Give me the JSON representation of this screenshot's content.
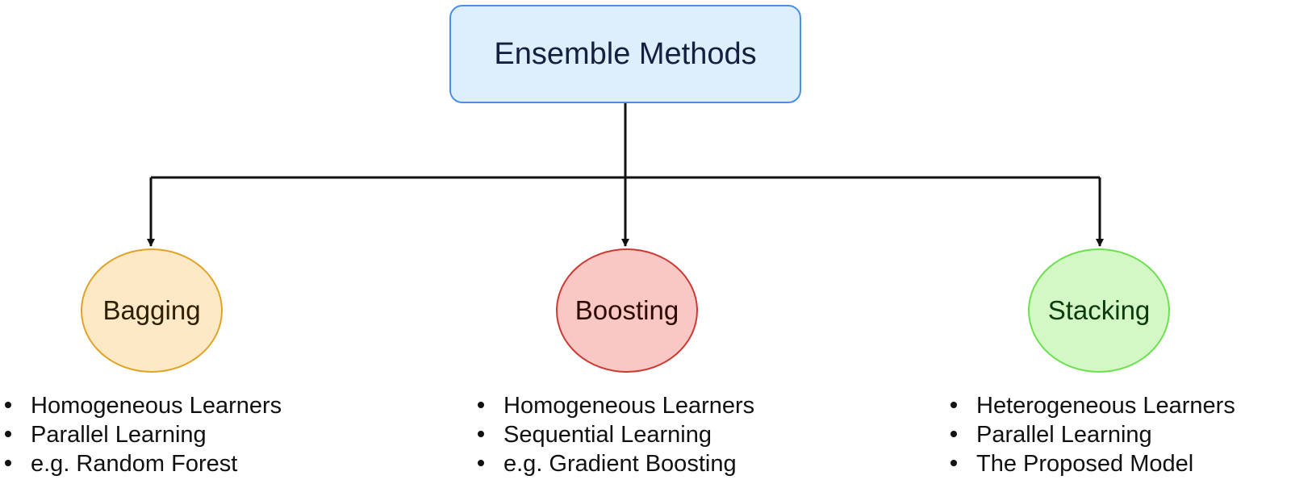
{
  "root": {
    "label": "Ensemble Methods"
  },
  "methods": [
    {
      "label": "Bagging",
      "points": [
        "Homogeneous Learners",
        "Parallel Learning",
        "e.g. Random Forest"
      ]
    },
    {
      "label": "Boosting",
      "points": [
        "Homogeneous Learners",
        "Sequential Learning",
        "e.g. Gradient Boosting"
      ]
    },
    {
      "label": "Stacking",
      "points": [
        "Heterogeneous Learners",
        "Parallel Learning",
        "The Proposed Model"
      ]
    }
  ],
  "colors": {
    "root_fill": "#ddeefc",
    "root_border": "#4a90e2",
    "bagging_fill": "#fde9c6",
    "bagging_border": "#e1a325",
    "boosting_fill": "#f9c8c4",
    "boosting_border": "#cc3a33",
    "stacking_fill": "#d3f8c6",
    "stacking_border": "#6ce14f",
    "connector": "#111111"
  }
}
